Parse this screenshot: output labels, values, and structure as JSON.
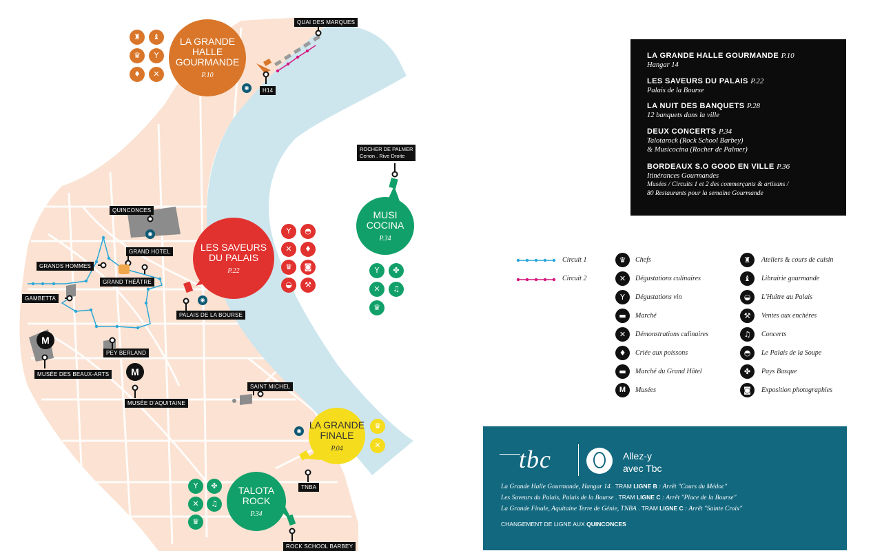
{
  "map": {
    "places": {
      "quai_des_marques": "QUAI DES MARQUES",
      "h14": "H14",
      "rocher_de_palmer": "ROCHER DE PALMER",
      "rocher_sub": "Cenon . Rive Droite",
      "quinconces": "QUINCONCES",
      "grand_hotel": "GRAND HOTEL",
      "grands_hommes": "GRANDS HOMMES",
      "grand_theatre": "GRAND THÉÂTRE",
      "gambetta": "GAMBETTA",
      "palais_de_la_bourse": "PALAIS DE LA BOURSE",
      "pey_berland": "PEY BERLAND",
      "musee_beaux_arts": "MUSÉE DES BEAUX-ARTS",
      "musee_aquitaine": "MUSÉE D'AQUITAINE",
      "saint_michel": "SAINT MICHEL",
      "tnba": "TNBA",
      "rock_school": "ROCK SCHOOL BARBEY"
    },
    "bubbles": {
      "halle": {
        "title_1": "LA GRANDE",
        "title_2": "HALLE",
        "title_3": "GOURMANDE",
        "page": "P.10",
        "color": "#d9762a"
      },
      "saveurs": {
        "title_1": "LES SAVEURS",
        "title_2": "DU PALAIS",
        "page": "P.22",
        "color": "#e1322f"
      },
      "musicocina": {
        "title_1": "MUSI",
        "title_2": "COCINA",
        "page": "P.34",
        "color": "#12a06a"
      },
      "finale": {
        "title_1": "LA GRANDE",
        "title_2": "FINALE",
        "page": "P.04",
        "color": "#f5dc1d"
      },
      "talotarock": {
        "title_1": "TALOTA",
        "title_2": "ROCK",
        "page": "P.34",
        "color": "#12a06a"
      }
    },
    "metro_letter": "M"
  },
  "program": {
    "items": [
      {
        "title": "LA GRANDE HALLE GOURMANDE",
        "page": "P.10",
        "sub": "Hangar 14"
      },
      {
        "title": "LES SAVEURS DU PALAIS",
        "page": "P.22",
        "sub": "Palais de la Bourse"
      },
      {
        "title": "LA NUIT DES BANQUETS",
        "page": "P.28",
        "sub": "12 banquets dans la ville"
      },
      {
        "title": "DEUX CONCERTS",
        "page": "P.34",
        "sub": "Talotarock (Rock School Barbey)",
        "sub2": "& Musicocina (Rocher de Palmer)"
      },
      {
        "title": "BORDEAUX S.O GOOD EN VILLE",
        "page": "P.36",
        "sub": "Itinérances Gourmandes",
        "note1": "Musées / Circuits 1 et 2 des commerçants & artisans /",
        "note2": "80 Restaurants pour la semaine Gourmande"
      }
    ]
  },
  "legend": {
    "circuits": [
      {
        "label": "Circuit 1",
        "color": "#2aa7d8"
      },
      {
        "label": "Circuit 2",
        "color": "#d6157f"
      }
    ],
    "col1": [
      {
        "label": "Chefs",
        "icon": "chef-hat-icon",
        "glyph": "♛"
      },
      {
        "label": "Dégustations culinaires",
        "icon": "fork-knife-icon",
        "glyph": "✕"
      },
      {
        "label": "Dégustations vin",
        "icon": "wine-glass-icon",
        "glyph": "Y"
      },
      {
        "label": "Marché",
        "icon": "market-basket-icon",
        "glyph": "▬"
      },
      {
        "label": "Démonstrations culinaires",
        "icon": "cooking-demo-icon",
        "glyph": "✕"
      },
      {
        "label": "Criée aux poissons",
        "icon": "fish-auction-icon",
        "glyph": "♦"
      },
      {
        "label": "Marché du Grand Hôtel",
        "icon": "hotel-market-icon",
        "glyph": "▬"
      },
      {
        "label": "Musées",
        "icon": "museum-icon",
        "glyph": "M"
      }
    ],
    "col2": [
      {
        "label": "Ateliers & cours de cuisin",
        "icon": "workshop-icon",
        "glyph": "♜"
      },
      {
        "label": "Librairie gourmande",
        "icon": "bookshop-icon",
        "glyph": "♝"
      },
      {
        "label": "L'Huître au Palais",
        "icon": "oyster-icon",
        "glyph": "◒"
      },
      {
        "label": "Ventes aux enchères",
        "icon": "gavel-icon",
        "glyph": "⚒"
      },
      {
        "label": "Concerts",
        "icon": "music-note-icon",
        "glyph": "♫"
      },
      {
        "label": "Le Palais de la Soupe",
        "icon": "soup-bowl-icon",
        "glyph": "◓"
      },
      {
        "label": "Pays Basque",
        "icon": "basque-cross-icon",
        "glyph": "✤"
      },
      {
        "label": "Exposition photographies",
        "icon": "camera-icon",
        "glyph": "◙"
      }
    ]
  },
  "tbc": {
    "logo": "tbc",
    "slogan_1": "Allez-y",
    "slogan_2": "avec Tbc",
    "lines": [
      {
        "place": "La Grande Halle Gourmande, Hangar 14",
        "tram": " .  TRAM ",
        "ligne": "LIGNE B",
        "stop": " : Arrêt \"Cours du Médoc\""
      },
      {
        "place": "Les Saveurs du Palais, Palais de la Bourse",
        "tram": " .  TRAM ",
        "ligne": "LIGNE C",
        "stop": " : Arrêt \"Place de la Bourse\""
      },
      {
        "place": "La Grande Finale, Aquitaine Terre de Génie, TNBA",
        "tram": " .  TRAM ",
        "ligne": "LIGNE C",
        "stop": " : Arrêt \"Sainte Croix\""
      }
    ],
    "change_text": "CHANGEMENT DE LIGNE AUX ",
    "change_bold": "QUINCONCES"
  },
  "colors": {
    "river": "#cde6ee",
    "land": "#fbe2d2",
    "orange": "#d9762a",
    "red": "#e1322f",
    "green": "#12a06a",
    "yellow": "#f5dc1d",
    "tbc_blue": "#12687f"
  }
}
